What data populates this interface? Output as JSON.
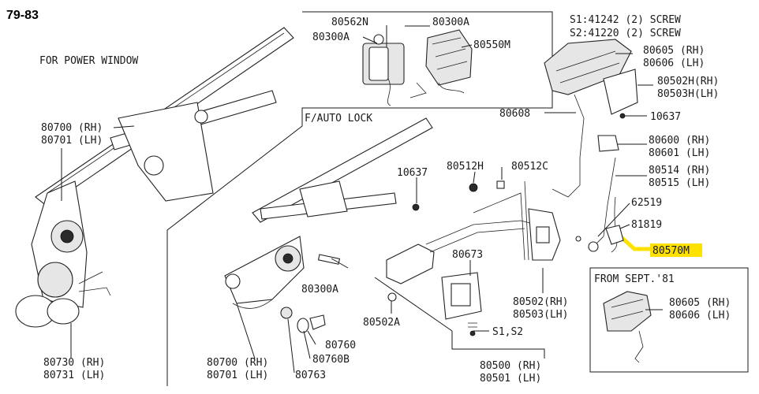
{
  "page_ref": "79-83",
  "note_power_window": "FOR POWER WINDOW",
  "note_auto_lock": "F/AUTO LOCK",
  "note_from_sept": "FROM SEPT.'81",
  "screws": {
    "s1": "S1:41242 (2) SCREW",
    "s2": "S2:41220 (2) SCREW"
  },
  "labels": {
    "p80562N": "80562N",
    "p80300A_top_r": "80300A",
    "p80300A_top_l": "80300A",
    "p80550M": "80550M",
    "p80605": "80605 (RH)",
    "p80606": "80606 (LH)",
    "p80502H": "80502H(RH)",
    "p80503H": "80503H(LH)",
    "p80608": "80608",
    "p10637_r": "10637",
    "p80600": "80600 (RH)",
    "p80601": "80601 (LH)",
    "p80514": "80514 (RH)",
    "p80515": "80515 (LH)",
    "p62519": "62519",
    "p81819": "81819",
    "p80570M": "80570M",
    "p80700_l": "80700 (RH)",
    "p80701_l": "80701 (LH)",
    "p10637_m": "10637",
    "p80512H": "80512H",
    "p80512C": "80512C",
    "p80673": "80673",
    "p80300A_m": "80300A",
    "p80502_rh": "80502(RH)",
    "p80503_lh": "80503(LH)",
    "p80502A": "80502A",
    "p80760": "80760",
    "p80760B": "80760B",
    "p80763": "80763",
    "p80700_m": "80700 (RH)",
    "p80701_m": "80701 (LH)",
    "p80730": "80730 (RH)",
    "p80731": "80731 (LH)",
    "pS1S2": "S1,S2",
    "p80500": "80500 (RH)",
    "p80501": "80501 (LH)",
    "p80605_b": "80605 (RH)",
    "p80606_b": "80606 (LH)"
  },
  "highlight_color": "#ffe100",
  "highlighted_part": "80570M"
}
